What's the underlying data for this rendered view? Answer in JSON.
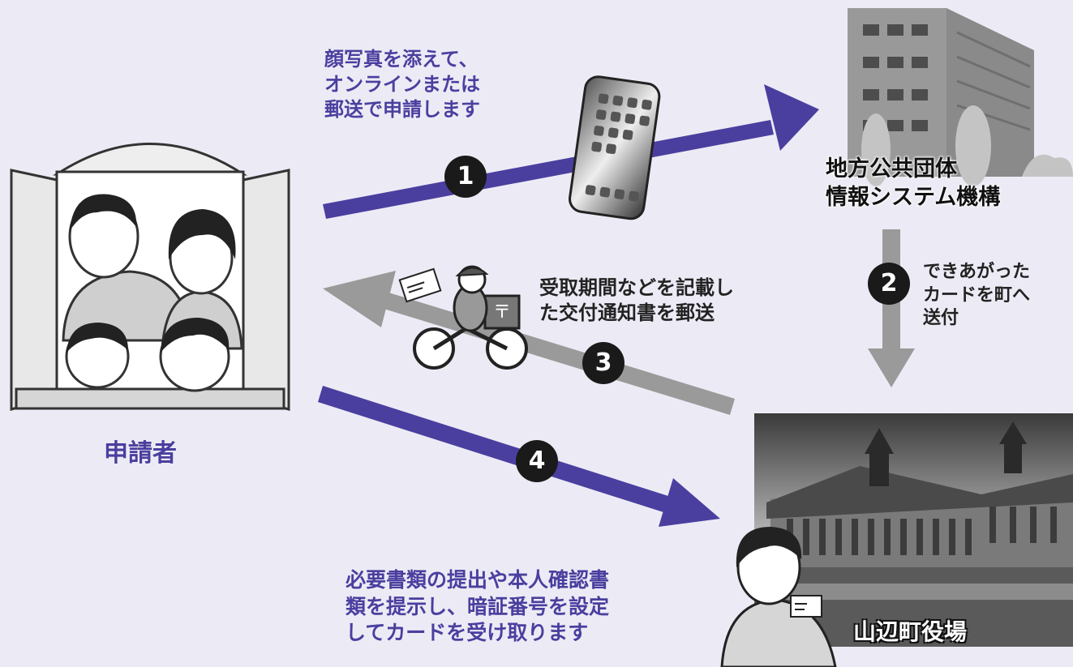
{
  "labels": {
    "step1_text": [
      "顔写真を添えて、",
      "オンラインまたは",
      "郵送で申請します"
    ],
    "step2_text": [
      "できあがった",
      "カードを町へ",
      "送付"
    ],
    "step3_text": [
      "受取期間などを記載し",
      "た交付通知書を郵送"
    ],
    "step4_text": [
      "必要書類の提出や本人確認書",
      "類を提示し、暗証番号を設定",
      "してカードを受け取ります"
    ],
    "jlis_name": [
      "地方公共団体",
      "情報システム機構"
    ],
    "applicant": "申請者",
    "city_hall": "山辺町役場"
  },
  "steps": [
    "1",
    "2",
    "3",
    "4"
  ],
  "colors": {
    "background": "#ecebf5",
    "accent_purple": "#4a3f9f",
    "arrow_gray": "#9a9a9a",
    "badge": "#1a1a1a"
  },
  "icons": [
    "family-window-icon",
    "smartphone-icon",
    "office-building-icon",
    "mail-motorcycle-icon",
    "city-hall-photo-icon",
    "staff-with-card-icon"
  ]
}
